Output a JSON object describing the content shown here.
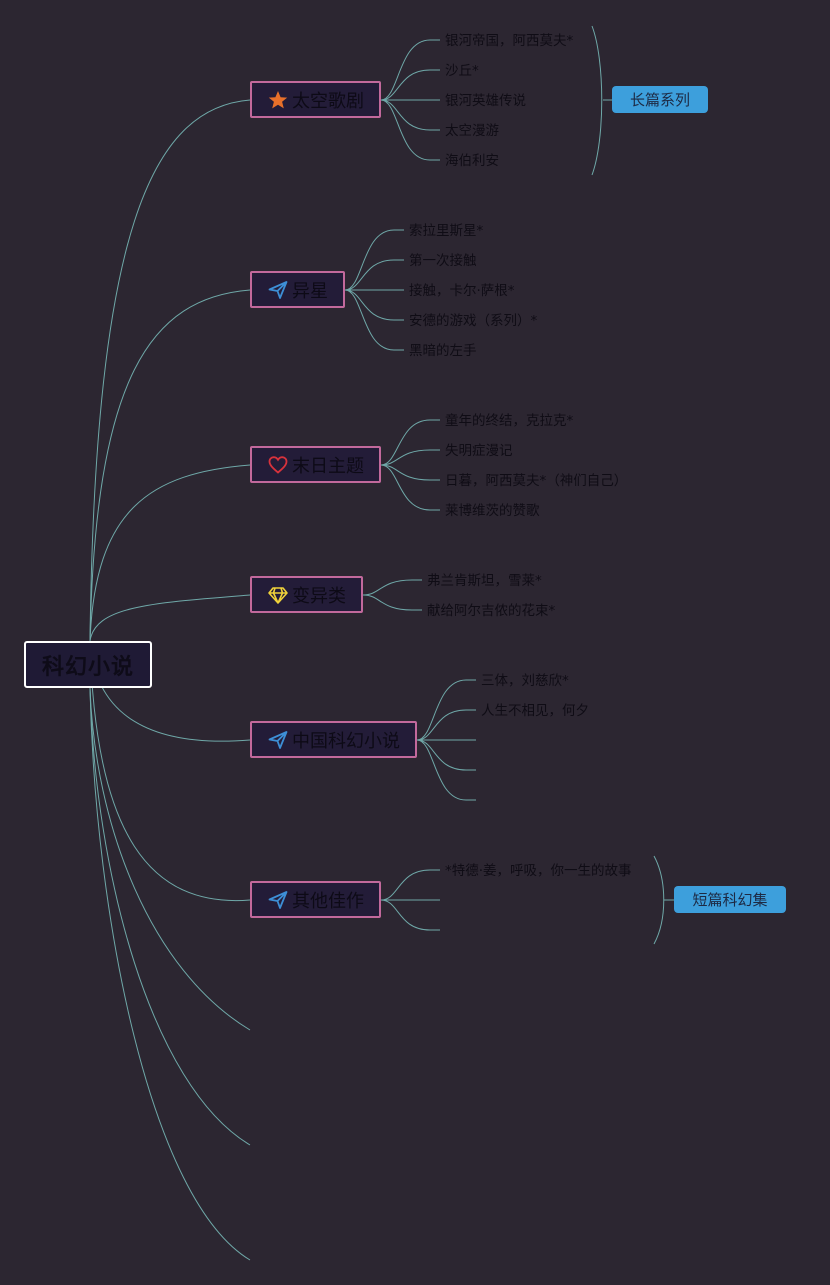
{
  "root": {
    "label": "科幻小说"
  },
  "branches": [
    {
      "label": "太空歌剧",
      "icon": "star-icon",
      "leaves": [
        "银河帝国，阿西莫夫*",
        "沙丘*",
        "银河英雄传说",
        "太空漫游",
        "海伯利安"
      ]
    },
    {
      "label": "异星",
      "icon": "paper-plane-icon",
      "leaves": [
        "索拉里斯星*",
        "第一次接触",
        "接触，卡尔·萨根*",
        "安德的游戏（系列）*",
        "黑暗的左手"
      ]
    },
    {
      "label": "末日主题",
      "icon": "heart-icon",
      "leaves": [
        "童年的终结，克拉克*",
        "失明症漫记",
        "日暮，阿西莫夫*（神们自己）",
        "莱博维茨的赞歌"
      ]
    },
    {
      "label": "变异类",
      "icon": "diamond-icon",
      "leaves": [
        "弗兰肯斯坦，雪莱*",
        "献给阿尔吉侬的花束*"
      ]
    },
    {
      "label": "中国科幻小说",
      "icon": "paper-plane-icon",
      "leaves": [
        "三体，刘慈欣*",
        "人生不相见，何夕"
      ]
    },
    {
      "label": "其他佳作",
      "icon": "paper-plane-icon",
      "leaves": [
        "*特德·姜，呼吸，你一生的故事"
      ]
    }
  ],
  "tags": {
    "long_series": "长篇系列",
    "short_collection": "短篇科幻集"
  },
  "colors": {
    "background": "#2c2631",
    "connector": "#6fa8a8",
    "branch_border": "#c2699c",
    "tag_fill": "#3d9fdc",
    "star": "#e8702a",
    "plane": "#3d8fd6",
    "heart": "#d8323c",
    "diamond": "#f0d23a"
  }
}
